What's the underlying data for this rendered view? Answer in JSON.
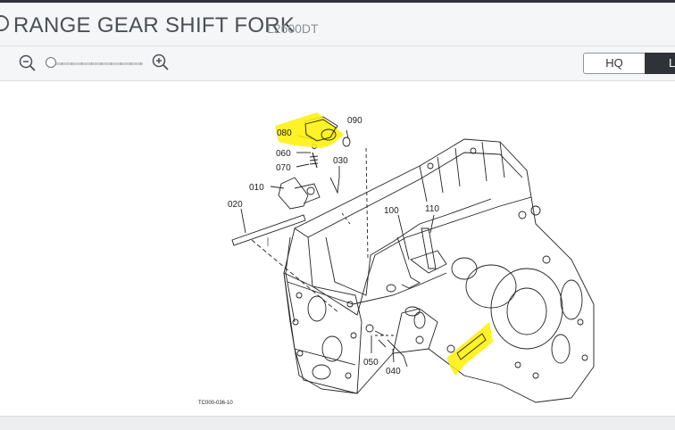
{
  "header": {
    "title": "RANGE GEAR SHIFT FORK",
    "model": "L2600DT"
  },
  "toolbar": {
    "quality_hq": "HQ",
    "quality_lq": "LQ",
    "zoom_level": 0.05
  },
  "diagram": {
    "callouts": [
      "080",
      "090",
      "060",
      "070",
      "030",
      "010",
      "020",
      "100",
      "110",
      "050",
      "040"
    ],
    "drawing_code": "TC000-036-10"
  },
  "colors": {
    "highlight": "#fff000",
    "dark": "#2f3337"
  }
}
